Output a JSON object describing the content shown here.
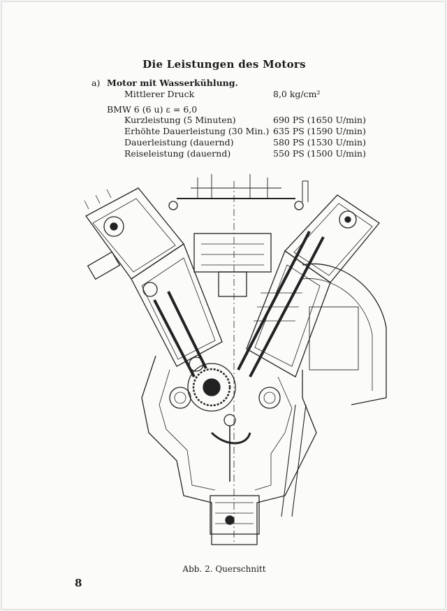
{
  "title": "Die Leistungen des Motors",
  "section": {
    "label": "a)",
    "heading": "Motor mit Wasserkühlung.",
    "pressure": {
      "label": "Mittlerer Druck",
      "value": "8,0 kg/cm²"
    },
    "engine": "BMW 6 (6 u)  ε = 6,0",
    "ratings": [
      {
        "label": "Kurzleistung (5 Minuten)",
        "value": "690 PS  (1650 U/min)"
      },
      {
        "label": "Erhöhte Dauerleistung (30 Min.)",
        "value": "635 PS  (1590 U/min)"
      },
      {
        "label": "Dauerleistung (dauernd)",
        "value": "580 PS  (1530 U/min)"
      },
      {
        "label": "Reiseleistung (dauernd)",
        "value": "550 PS  (1500 U/min)"
      }
    ]
  },
  "figure": {
    "caption": "Abb. 2.  Querschnitt"
  },
  "page_number": "8"
}
